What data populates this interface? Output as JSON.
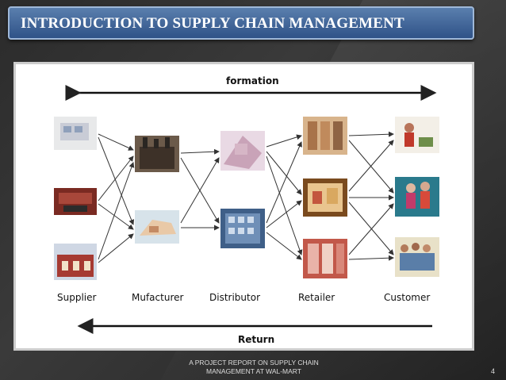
{
  "slide": {
    "title": "INTRODUCTION TO SUPPLY CHAIN MANAGEMENT",
    "footer_line1": "A PROJECT REPORT ON SUPPLY CHAIN",
    "footer_line2": "MANAGEMENT AT WAL-MART",
    "page_number": "4"
  },
  "diagram": {
    "top_flow_label": "formation",
    "bottom_flow_label": "Return",
    "stages": [
      {
        "label": "Supplier"
      },
      {
        "label": "Mufacturer"
      },
      {
        "label": "Distributor"
      },
      {
        "label": "Retailer"
      },
      {
        "label": "Customer"
      }
    ]
  },
  "colors": {
    "title_bar_top": "#5a7fae",
    "title_bar_bottom": "#2f5288",
    "background": "#2b2b2b"
  }
}
